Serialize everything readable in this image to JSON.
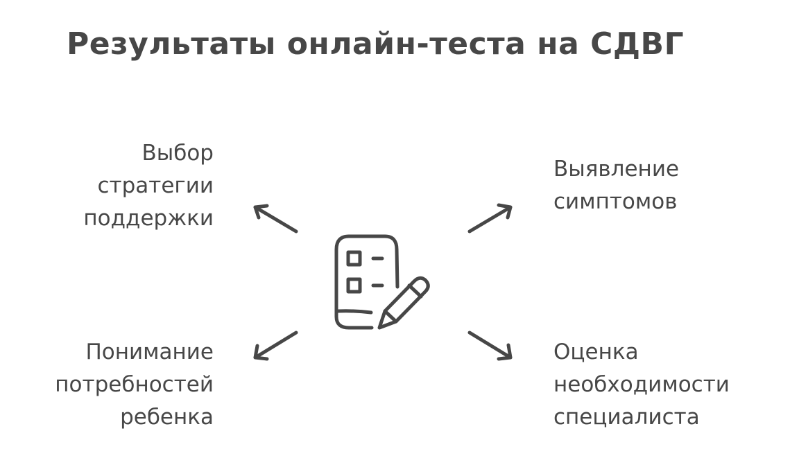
{
  "title": "Результаты онлайн-теста на СДВГ",
  "center_icon": "checklist-with-pencil-icon",
  "colors": {
    "stroke": "#474747",
    "text": "#474747",
    "background": "#ffffff"
  },
  "branches": {
    "top_left": {
      "lines": [
        "Выбор",
        "стратегии",
        "поддержки"
      ],
      "arrow": "arrow-up-left-icon"
    },
    "top_right": {
      "lines": [
        "Выявление",
        "симптомов"
      ],
      "arrow": "arrow-up-right-icon"
    },
    "bottom_left": {
      "lines": [
        "Понимание",
        "потребностей",
        "ребенка"
      ],
      "arrow": "arrow-down-left-icon"
    },
    "bottom_right": {
      "lines": [
        "Оценка",
        "необходимости",
        "специалиста"
      ],
      "arrow": "arrow-down-right-icon"
    }
  }
}
